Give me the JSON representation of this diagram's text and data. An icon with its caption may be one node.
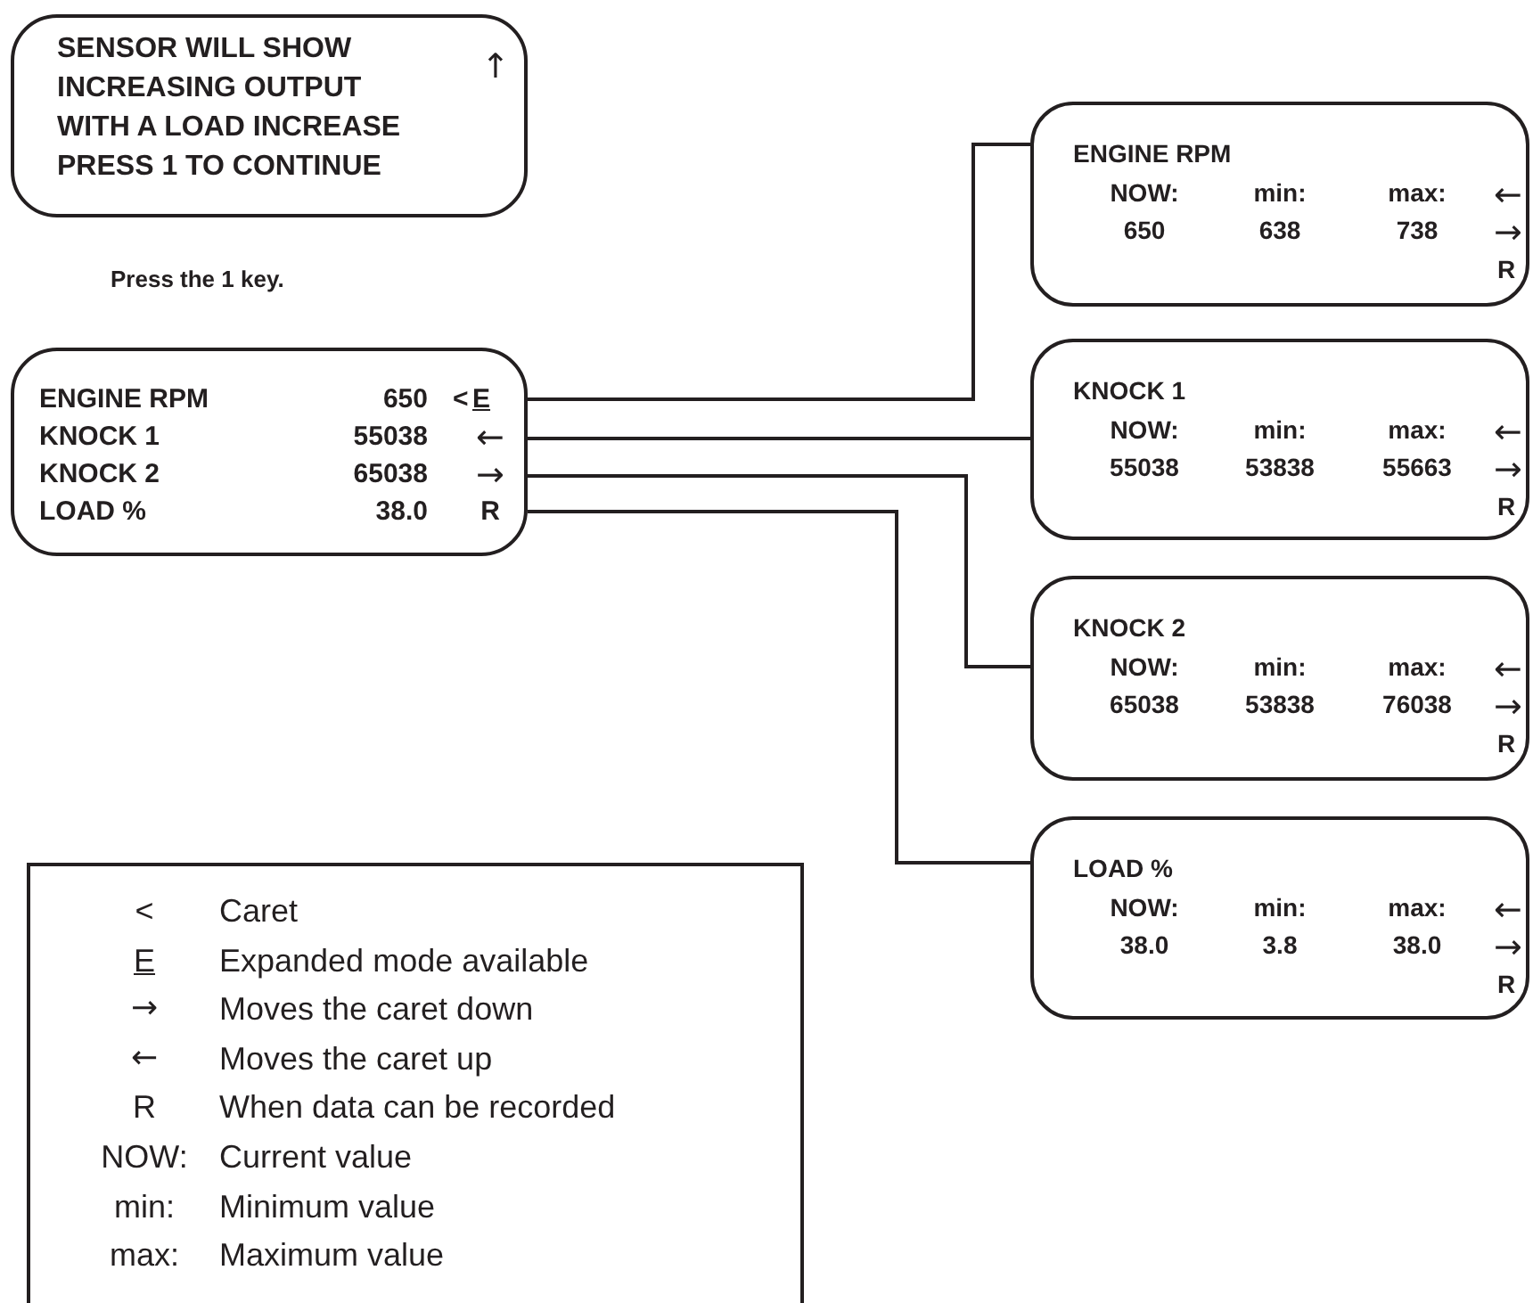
{
  "diagram": {
    "nodes": [
      {
        "text": [
          "SENSOR WILL SHOW",
          "INCREASING OUTPUT",
          "WITH A LOAD INCREASE",
          "PRESS 1 TO CONTINUE",
          "↑"
        ]
      },
      {
        "text": [
          "ENGINE RPM",
          "650",
          "<",
          "E",
          "KNOCK 1",
          "55038",
          "←",
          "KNOCK 2",
          "65038",
          "→",
          "LOAD %",
          "38.0",
          "R"
        ]
      },
      {
        "text": [
          "ENGINE RPM",
          "NOW:",
          "min:",
          "max:",
          "650",
          "638",
          "738",
          "←",
          "→",
          "R"
        ]
      },
      {
        "text": [
          "KNOCK 1",
          "NOW:",
          "min:",
          "max:",
          "55038",
          "53838",
          "55663",
          "←",
          "→",
          "R"
        ]
      },
      {
        "text": [
          "KNOCK 2",
          "NOW:",
          "min:",
          "max:",
          "65038",
          "53838",
          "76038",
          "←",
          "→",
          "R"
        ]
      },
      {
        "text": [
          "LOAD %",
          "NOW:",
          "min:",
          "max:",
          "38.0",
          "3.8",
          "38.0",
          "←",
          "→",
          "R"
        ]
      }
    ],
    "edges": [
      {
        "from": 1,
        "to": 2,
        "arrow": "none"
      },
      {
        "from": 1,
        "to": 3,
        "arrow": "none"
      },
      {
        "from": 1,
        "to": 4,
        "arrow": "none"
      },
      {
        "from": 1,
        "to": 5,
        "arrow": "none"
      }
    ],
    "labels": [
      "Press the 1 key.",
      "<",
      "E",
      "→",
      "←",
      "R",
      "NOW:",
      "min:",
      "max:"
    ],
    "legend": [
      {
        "text": "Caret"
      },
      {
        "text": "Expanded mode available"
      },
      {
        "text": "Moves the caret down"
      },
      {
        "text": "Moves the caret up"
      },
      {
        "text": "When data can be recorded"
      },
      {
        "text": "Current value"
      },
      {
        "text": "Minimum value"
      },
      {
        "text": "Maximum value"
      }
    ]
  }
}
